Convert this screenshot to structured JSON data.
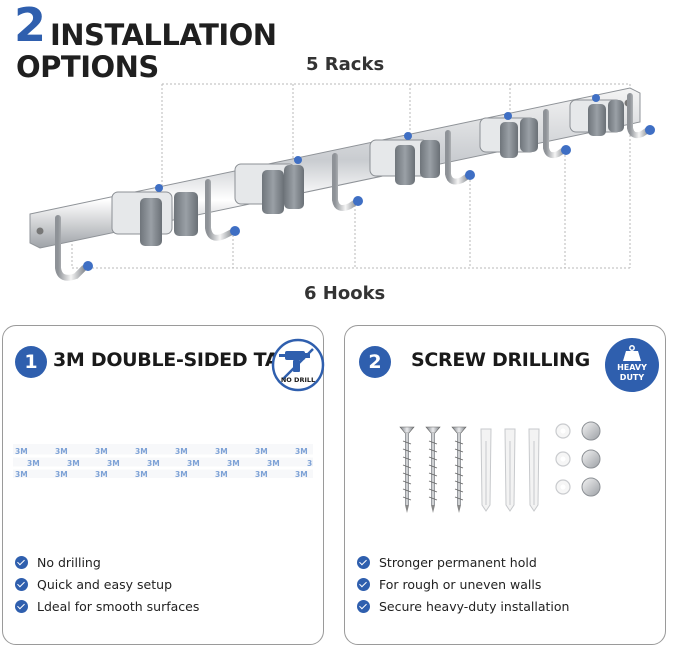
{
  "header": {
    "number": "2",
    "line1": "INSTALLATION",
    "line2": "OPTIONS"
  },
  "product": {
    "racks_label": "5 Racks",
    "hooks_label": "6 Hooks"
  },
  "options": [
    {
      "step": "1",
      "title": "3M DOUBLE-SIDED TAPE",
      "badge_text": "NO DRILL",
      "tape_text": "3M",
      "features": [
        "No drilling",
        "Quick and easy setup",
        "Ldeal for smooth surfaces"
      ]
    },
    {
      "step": "2",
      "title": "SCREW DRILLING",
      "badge_line1": "HEAVY",
      "badge_line2": "DUTY",
      "features": [
        "Stronger permanent hold",
        "For rough or uneven walls",
        "Secure heavy-duty installation"
      ]
    }
  ],
  "colors": {
    "accent_blue": "#2f5fae",
    "hook_cap_blue": "#3f6fc4",
    "grip_gray": "#8a8f95"
  }
}
